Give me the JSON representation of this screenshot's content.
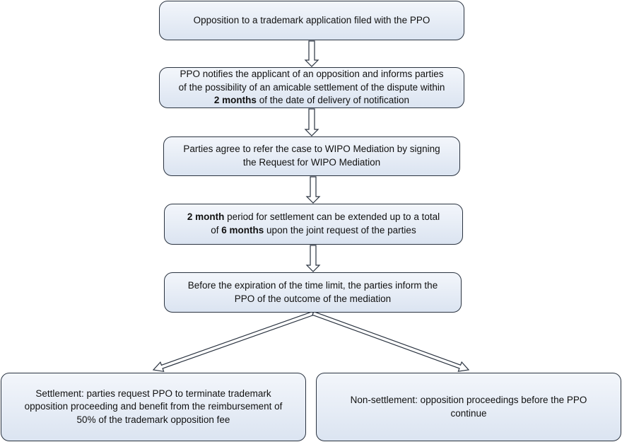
{
  "diagram": {
    "steps": [
      {
        "lines": [
          [
            {
              "t": "Opposition to a trademark application filed with the PPO",
              "b": false
            }
          ]
        ]
      },
      {
        "lines": [
          [
            {
              "t": "PPO notifies the applicant of an opposition and informs parties",
              "b": false
            }
          ],
          [
            {
              "t": "of the possibility of an amicable settlement of the dispute within",
              "b": false
            }
          ],
          [
            {
              "t": "2 months",
              "b": true
            },
            {
              "t": " of the date of delivery of notification",
              "b": false
            }
          ]
        ]
      },
      {
        "lines": [
          [
            {
              "t": "Parties agree to refer the case to WIPO Mediation by signing",
              "b": false
            }
          ],
          [
            {
              "t": "the Request for WIPO Mediation",
              "b": false
            }
          ]
        ]
      },
      {
        "lines": [
          [
            {
              "t": "2 month",
              "b": true
            },
            {
              "t": " period for settlement can be extended up to a total",
              "b": false
            }
          ],
          [
            {
              "t": "of ",
              "b": false
            },
            {
              "t": "6 months",
              "b": true
            },
            {
              "t": " upon the joint request of the parties",
              "b": false
            }
          ]
        ]
      },
      {
        "lines": [
          [
            {
              "t": "Before the expiration of the time limit, the parties inform the",
              "b": false
            }
          ],
          [
            {
              "t": "PPO of the outcome of the mediation",
              "b": false
            }
          ]
        ]
      }
    ],
    "outcomes": [
      {
        "lines": [
          [
            {
              "t": "Settlement: parties request PPO to terminate trademark",
              "b": false
            }
          ],
          [
            {
              "t": "opposition proceeding and benefit from the reimbursement of",
              "b": false
            }
          ],
          [
            {
              "t": "50% of the trademark opposition fee",
              "b": false
            }
          ]
        ]
      },
      {
        "lines": [
          [
            {
              "t": "Non-settlement: opposition proceedings before the PPO",
              "b": false
            }
          ],
          [
            {
              "t": "continue",
              "b": false
            }
          ]
        ]
      }
    ]
  }
}
